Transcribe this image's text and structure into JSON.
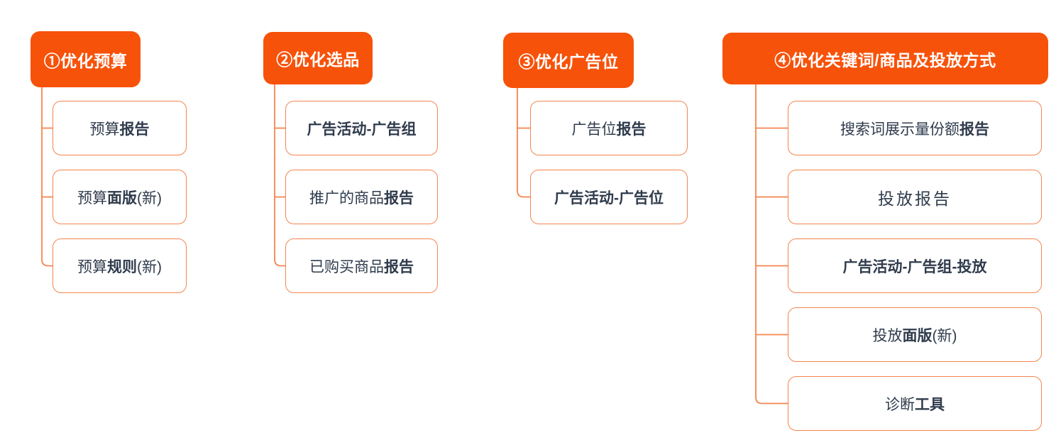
{
  "diagram": {
    "columns": [
      {
        "header": "①优化预算",
        "children": [
          {
            "segments": [
              {
                "text": "预算",
                "bold": false
              },
              {
                "text": "报告",
                "bold": true
              }
            ]
          },
          {
            "segments": [
              {
                "text": "预算",
                "bold": false
              },
              {
                "text": "面版",
                "bold": true
              },
              {
                "text": "(新)",
                "bold": false
              }
            ]
          },
          {
            "segments": [
              {
                "text": "预算",
                "bold": false
              },
              {
                "text": "规则",
                "bold": true
              },
              {
                "text": "(新)",
                "bold": false
              }
            ]
          }
        ]
      },
      {
        "header": "②优化选品",
        "children": [
          {
            "segments": [
              {
                "text": "广告活动-广告组",
                "bold": true
              }
            ]
          },
          {
            "segments": [
              {
                "text": "推广的商品",
                "bold": false
              },
              {
                "text": "报告",
                "bold": true
              }
            ]
          },
          {
            "segments": [
              {
                "text": "已购买商品",
                "bold": false
              },
              {
                "text": "报告",
                "bold": true
              }
            ]
          }
        ]
      },
      {
        "header": "③优化广告位",
        "children": [
          {
            "segments": [
              {
                "text": "广告位",
                "bold": false
              },
              {
                "text": "报告",
                "bold": true
              }
            ]
          },
          {
            "segments": [
              {
                "text": "广告活动-广告位",
                "bold": true
              }
            ]
          }
        ]
      },
      {
        "header": "④优化关键词/商品及投放方式",
        "children": [
          {
            "segments": [
              {
                "text": "搜索词展示量份额",
                "bold": false
              },
              {
                "text": "报告",
                "bold": true
              }
            ]
          },
          {
            "segments": [
              {
                "text": "投放报告",
                "bold": false
              }
            ],
            "style": "serif"
          },
          {
            "segments": [
              {
                "text": "广告活动-广告组-投放",
                "bold": true
              }
            ]
          },
          {
            "segments": [
              {
                "text": "投放",
                "bold": false
              },
              {
                "text": "面版",
                "bold": true
              },
              {
                "text": "(新)",
                "bold": false
              }
            ]
          },
          {
            "segments": [
              {
                "text": "诊断",
                "bold": false
              },
              {
                "text": "工具",
                "bold": true
              }
            ]
          }
        ]
      }
    ]
  },
  "colors": {
    "header_bg": "#F7520A",
    "header_text": "#FFFFFF",
    "node_border": "#F5854E",
    "node_bg": "#FFFFFF",
    "node_text": "#2F3B4C",
    "connector": "#F5854E",
    "canvas_bg": "#FFFFFF"
  }
}
